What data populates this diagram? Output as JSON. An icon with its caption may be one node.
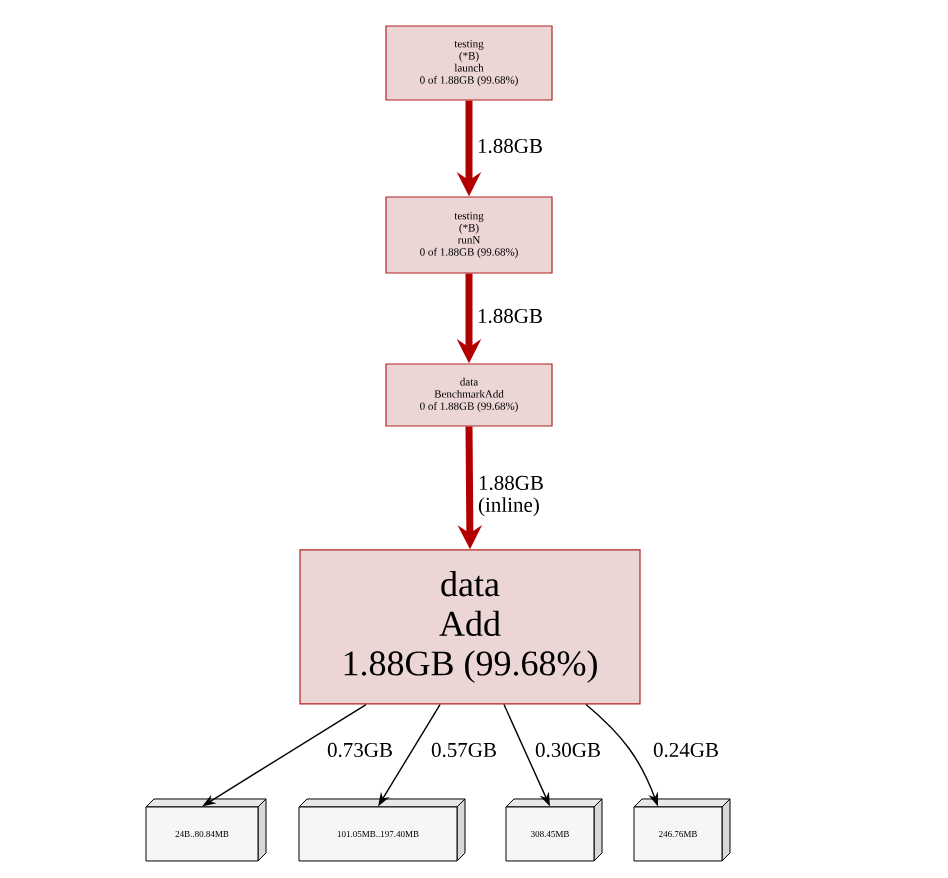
{
  "diagram": {
    "nodes": [
      {
        "text": [
          "testing",
          "(*B)",
          "launch",
          "0 of 1.88GB (99.68%)"
        ]
      },
      {
        "text": [
          "testing",
          "(*B)",
          "runN",
          "0 of 1.88GB (99.68%)"
        ]
      },
      {
        "text": [
          "data",
          "BenchmarkAdd",
          "0 of 1.88GB (99.68%)"
        ]
      },
      {
        "text": [
          "data",
          "Add",
          "1.88GB (99.68%)"
        ]
      },
      {
        "text": [
          "24B..80.84MB"
        ]
      },
      {
        "text": [
          "101.05MB..197.40MB"
        ]
      },
      {
        "text": [
          "308.45MB"
        ]
      },
      {
        "text": [
          "246.76MB"
        ]
      }
    ],
    "edges": [
      {
        "from": 0,
        "to": 1,
        "arrow": "to",
        "label": "1.88GB",
        "style": "thick",
        "color": "#b20000"
      },
      {
        "from": 1,
        "to": 2,
        "arrow": "to",
        "label": "1.88GB",
        "style": "thick",
        "color": "#b20000"
      },
      {
        "from": 2,
        "to": 3,
        "arrow": "to",
        "label": "1.88GB (inline)",
        "style": "thick",
        "color": "#b20000"
      },
      {
        "from": 3,
        "to": 4,
        "arrow": "to",
        "label": "0.73GB"
      },
      {
        "from": 3,
        "to": 5,
        "arrow": "to",
        "label": "0.57GB"
      },
      {
        "from": 3,
        "to": 6,
        "arrow": "to",
        "label": "0.30GB"
      },
      {
        "from": 3,
        "to": 7,
        "arrow": "to",
        "label": "0.24GB"
      }
    ]
  }
}
